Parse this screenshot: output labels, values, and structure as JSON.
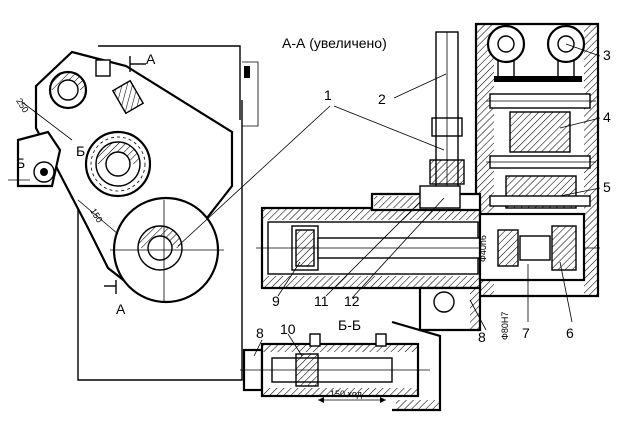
{
  "section_title": "А-А (увеличено)",
  "section_bb": "Б-Б",
  "labels": {
    "n1": "1",
    "n2": "2",
    "n3": "3",
    "n4": "4",
    "n5": "5",
    "n6": "6",
    "n7": "7",
    "n8a": "8",
    "n8b": "8",
    "n9": "9",
    "n10": "10",
    "n11": "11",
    "n12": "12"
  },
  "markers": {
    "A_top": "А",
    "A_bottom": "А",
    "B_left": "Б",
    "B_mid": "Б"
  },
  "dims": {
    "d250": "250",
    "d150": "150",
    "stroke150": "150 ход",
    "fit1": "Ф40h6",
    "fit2": "Ф80Н7"
  }
}
